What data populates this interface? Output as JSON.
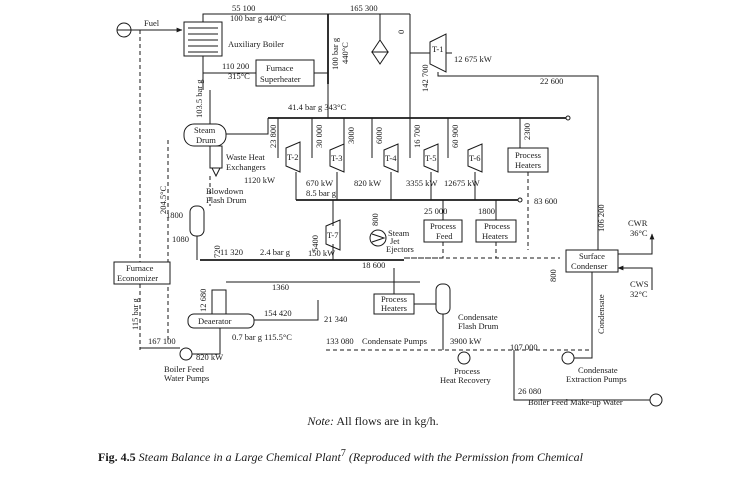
{
  "labels": {
    "fuel": "Fuel",
    "boiler_out_flow": "55 100",
    "boiler_out_cond": "100 bar g 440°C",
    "top_flow": "165 300",
    "aux_boiler": "Auxiliary Boiler",
    "sh_flow": "110 200",
    "sh_temp": "315°C",
    "furnace_sh_1": "Furnace",
    "furnace_sh_2": "Superheater",
    "hp_header": "100 bar g",
    "hp_header_temp": "440°C",
    "t1_flow": "142 700",
    "t1_label": "T-1",
    "t1_power": "12 675 kW",
    "t1_exhaust": "22 600",
    "drum_pressure": "103.5 bar g",
    "mp_header": "41.4 bar g 343°C",
    "steam_drum_1": "Steam",
    "steam_drum_2": "Drum",
    "f_23800": "23 800",
    "f_30000": "30 000",
    "f_3000": "3000",
    "f_6000": "6000",
    "f_16700": "16 700",
    "f_60900": "60 900",
    "f_2300": "2300",
    "t2": "T-2",
    "t3": "T-3",
    "t4": "T-4",
    "t5": "T-5",
    "t6": "T-6",
    "whe_1": "Waste Heat",
    "whe_2": "Exchangers",
    "p_1120": "1120 kW",
    "p_670": "670 kW",
    "lp_85": "8.5 bar g",
    "p_820": "820 kW",
    "p_3355": "3355 kW",
    "p_12675": "12675 kW",
    "proc_heaters_1": "Process",
    "proc_heaters_2": "Heaters",
    "economizer_temp": "204.5°C",
    "blowdown_1": "Blowdown",
    "blowdown_2": "Flash Drum",
    "f_1800": "1800",
    "f_1080": "1080",
    "f_720": "720",
    "f_11320": "11 320",
    "lp_24": "2.4 bar g",
    "t7": "T-7",
    "p_150": "150 kW",
    "f_5400": "5400",
    "f_800a": "800",
    "steam_jet_1": "Steam",
    "steam_jet_2": "Jet",
    "steam_jet_3": "Ejectors",
    "f_25000": "25 000",
    "f_1800b": "1800",
    "proc_feed_1": "Process",
    "proc_feed_2": "Feed",
    "proc_heat2_1": "Process",
    "proc_heat2_2": "Heaters",
    "f_83600": "83 600",
    "f_106200": "106 200",
    "f_18600": "18 600",
    "f_800b": "800",
    "cwr": "CWR",
    "cwr_temp": "36°C",
    "surface_1": "Surface",
    "surface_2": "Condenser",
    "cws": "CWS",
    "cws_temp": "32°C",
    "furnace_econ_1": "Furnace",
    "furnace_econ_2": "Economizer",
    "f_1360": "1360",
    "f_12680": "12 680",
    "f_154420": "154 420",
    "f_21340": "21 340",
    "proc_heaters3_1": "Process",
    "proc_heaters3_2": "Heaters",
    "cond_flash_1": "Condensate",
    "cond_flash_2": "Flash Drum",
    "condensate_vert": "Condensate",
    "bar_115": "115 bar g",
    "deaerator": "Deaerator",
    "f_167100": "167 100",
    "deaer_cond": "0.7 bar g  115.5°C",
    "f_133080": "133 080",
    "cond_pumps": "Condensate Pumps",
    "p_3900": "3900 kW",
    "f_107000": "107 000",
    "p_820b": "820 kW",
    "bfw_1": "Boiler Feed",
    "bfw_2": "Water Pumps",
    "proc_heat_rec_1": "Process",
    "proc_heat_rec_2": "Heat Recovery",
    "cond_extr_1": "Condensate",
    "cond_extr_2": "Extraction Pumps",
    "f_26080": "26 080",
    "makeup": "Boiler Feed Make-up Water",
    "zero": "0"
  },
  "note": {
    "prefix": "Note:",
    "text": " All flows are in kg/h."
  },
  "caption": {
    "number": "Fig. 4.5",
    "title": " Steam Balance in a Large Chemical Plant",
    "superscript": "7",
    "source": " (Reproduced with the Permission from Chemical"
  }
}
